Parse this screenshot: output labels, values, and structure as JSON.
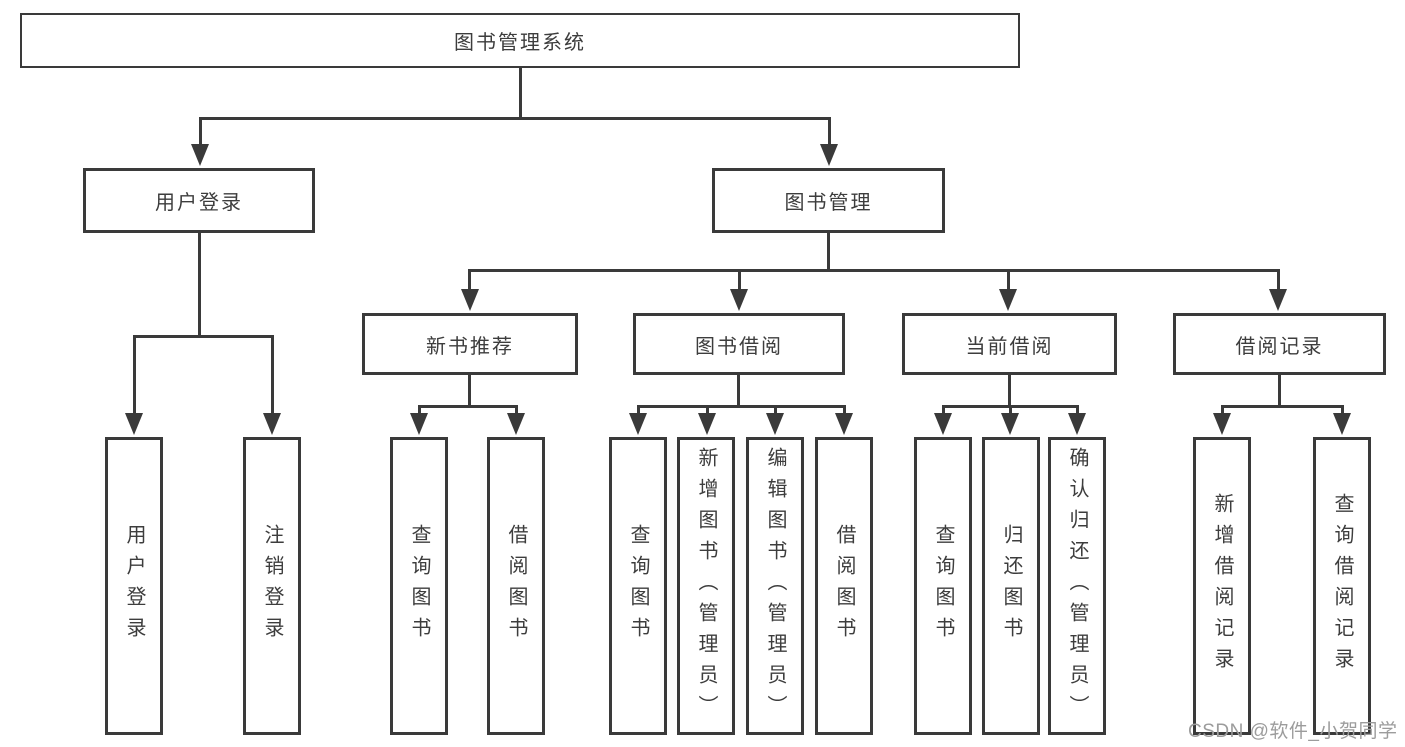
{
  "diagram": {
    "title": "图书管理系统",
    "root": {
      "label": "图书管理系统"
    },
    "level2": [
      {
        "label": "用户登录"
      },
      {
        "label": "图书管理"
      }
    ],
    "level3": [
      {
        "label": "新书推荐",
        "parent": "图书管理"
      },
      {
        "label": "图书借阅",
        "parent": "图书管理"
      },
      {
        "label": "当前借阅",
        "parent": "图书管理"
      },
      {
        "label": "借阅记录",
        "parent": "图书管理"
      }
    ],
    "leaves": [
      {
        "label": "用户登录",
        "parent": "用户登录"
      },
      {
        "label": "注销登录",
        "parent": "用户登录"
      },
      {
        "label": "查询图书",
        "parent": "新书推荐"
      },
      {
        "label": "借阅图书",
        "parent": "新书推荐"
      },
      {
        "label": "查询图书",
        "parent": "图书借阅"
      },
      {
        "label": "新增图书（管理员）",
        "parent": "图书借阅"
      },
      {
        "label": "编辑图书（管理员）",
        "parent": "图书借阅"
      },
      {
        "label": "借阅图书",
        "parent": "图书借阅"
      },
      {
        "label": "查询图书",
        "parent": "当前借阅"
      },
      {
        "label": "归还图书",
        "parent": "当前借阅"
      },
      {
        "label": "确认归还（管理员）",
        "parent": "当前借阅"
      },
      {
        "label": "新增借阅记录",
        "parent": "借阅记录"
      },
      {
        "label": "查询借阅记录",
        "parent": "借阅记录"
      }
    ]
  },
  "watermark": {
    "text": "CSDN @软件_小贺同学"
  },
  "colors": {
    "line": "#3a3a3a",
    "text": "#3d3d3d",
    "watermark": "#9c9c9c",
    "background": "#ffffff"
  }
}
